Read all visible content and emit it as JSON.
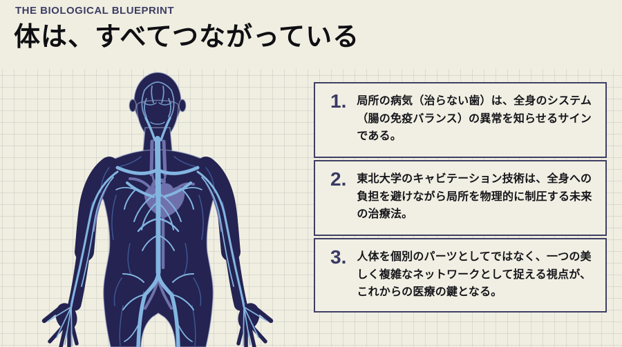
{
  "header": {
    "eyebrow": "THE BIOLOGICAL BLUEPRINT",
    "title": "体は、すべてつながっている"
  },
  "illustration": {
    "name": "human-circulatory-system",
    "description": "anatomical human figure with circulatory vessel network"
  },
  "points": [
    {
      "number": "1.",
      "text": "局所の病気（治らない歯）は、全身のシステム（腸の免疫バランス）の異常を知らせるサインである。"
    },
    {
      "number": "2.",
      "text": "東北大学のキャビテーション技術は、全身への負担を避けながら局所を物理的に制圧する未来の治療法。"
    },
    {
      "number": "3.",
      "text": "人体を個別のパーツとしてではなく、一つの美しく複雑なネットワークとして捉える視点が、これからの医療の鍵となる。"
    }
  ],
  "colors": {
    "background": "#f0eee1",
    "grid_line": "#dcdacd",
    "card_border": "#3e3e63",
    "accent_number": "#393a63",
    "eyebrow_text": "#3c3d64",
    "title_text": "#0f0f13",
    "body_silhouette": "#242351",
    "vessel_major": "#83b5e1",
    "vessel_fine": "#415d9c",
    "vessel_purple": "#6f71ad"
  }
}
